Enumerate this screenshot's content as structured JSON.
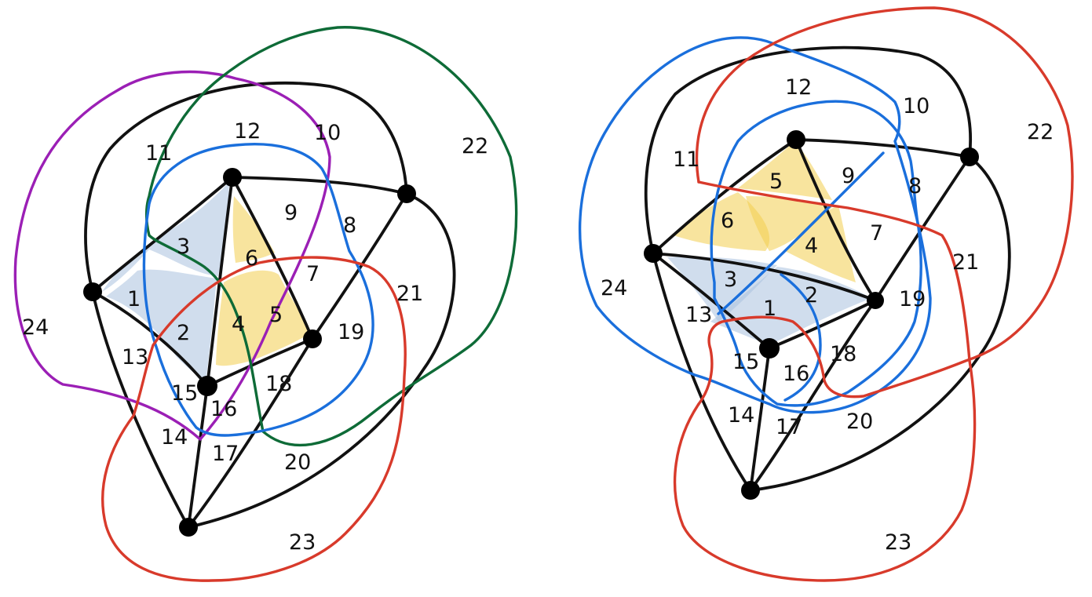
{
  "colors": {
    "edge": "#111111",
    "vertex": "#000000",
    "blue_fill": "#a9c1de",
    "yellow_fill": "#f3cd4e",
    "blue_curve": "#1a6fdc",
    "purple_curve": "#9b1fb5",
    "green_curve": "#0e6b37",
    "red_curve": "#d83a2b"
  },
  "left_diagram": {
    "labels": [
      "1",
      "2",
      "3",
      "4",
      "5",
      "6",
      "7",
      "8",
      "9",
      "10",
      "11",
      "12",
      "13",
      "14",
      "15",
      "16",
      "17",
      "18",
      "19",
      "20",
      "21",
      "22",
      "23",
      "24"
    ]
  },
  "right_diagram": {
    "labels": [
      "1",
      "2",
      "3",
      "4",
      "5",
      "6",
      "7",
      "8",
      "9",
      "10",
      "11",
      "12",
      "13",
      "14",
      "15",
      "16",
      "17",
      "18",
      "19",
      "20",
      "21",
      "22",
      "23",
      "24"
    ]
  }
}
